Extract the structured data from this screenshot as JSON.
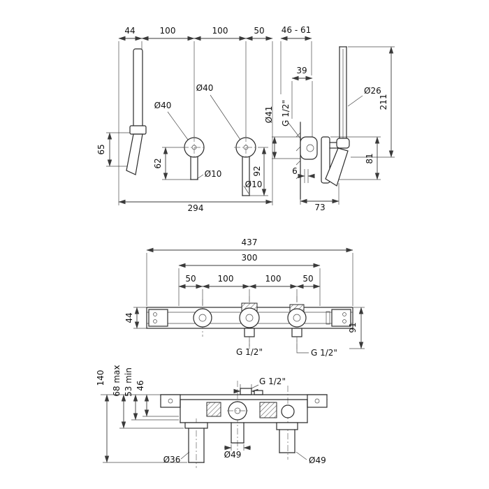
{
  "front_view": {
    "dim_44": "44",
    "dim_100_left": "100",
    "dim_100_right": "100",
    "dim_50": "50",
    "dia_40_left": "Ø40",
    "dia_40_right": "Ø40",
    "dim_65": "65",
    "dim_62": "62",
    "dim_92": "92",
    "dia_10_left": "Ø10",
    "dia_10_right": "Ø10",
    "dim_294": "294"
  },
  "side_view": {
    "dim_range": "46 - 61",
    "dim_39": "39",
    "dia_26": "Ø26",
    "dim_211": "211",
    "dia_41": "Ø41",
    "thread": "G 1/2\"",
    "dim_81": "81",
    "dim_6": "6",
    "dim_73": "73"
  },
  "bar_view": {
    "dim_437": "437",
    "dim_300": "300",
    "dim_50_left": "50",
    "dim_100_left": "100",
    "dim_100_right": "100",
    "dim_50_right": "50",
    "dim_44": "44",
    "dim_91": "91",
    "thread_left": "G 1/2\"",
    "thread_right": "G 1/2\""
  },
  "section_view": {
    "dim_140": "140",
    "dim_68_max": "68 max",
    "dim_53_min": "53 min",
    "dim_46": "46",
    "thread": "G 1/2\"",
    "dia_49_center": "Ø49",
    "dia_36": "Ø36",
    "dia_49_right": "Ø49"
  }
}
